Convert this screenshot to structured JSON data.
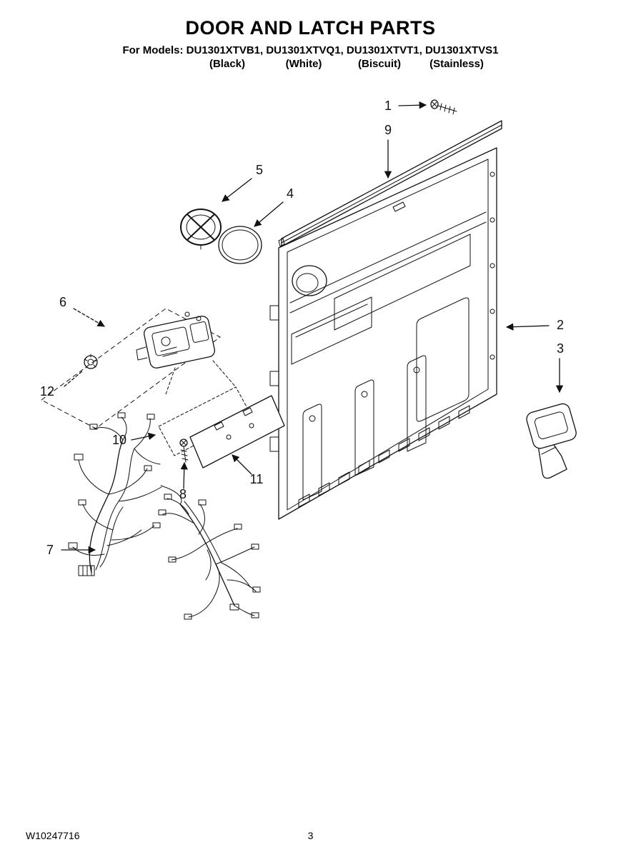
{
  "header": {
    "title": "DOOR AND LATCH PARTS",
    "models_line": "For Models: DU1301XTVB1, DU1301XTVQ1, DU1301XTVT1, DU1301XTVS1",
    "colors": [
      "(Black)",
      "(White)",
      "(Biscuit)",
      "(Stainless)"
    ]
  },
  "callouts": {
    "n1": "1",
    "n2": "2",
    "n3": "3",
    "n4": "4",
    "n5": "5",
    "n6": "6",
    "n7": "7",
    "n8": "8",
    "n9": "9",
    "n10": "10",
    "n11": "11",
    "n12": "12"
  },
  "footer": {
    "doc_number": "W10247716",
    "page_number": "3"
  }
}
